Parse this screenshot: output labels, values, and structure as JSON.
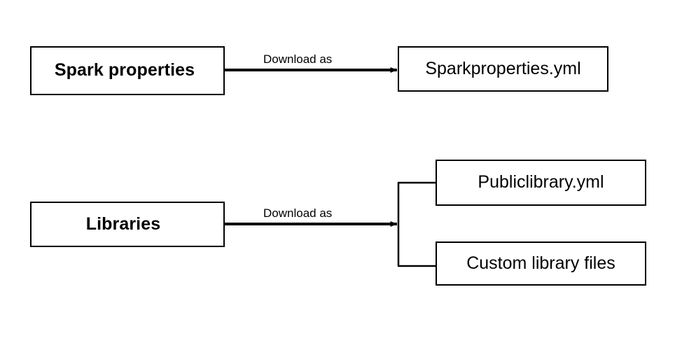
{
  "diagram": {
    "type": "flowchart",
    "background_color": "#ffffff",
    "stroke_color": "#000000",
    "text_color": "#000000",
    "nodes": {
      "spark_properties": {
        "label": "Spark properties",
        "style": "bold-source"
      },
      "sparkproperties_yml": {
        "label": "Sparkproperties.yml",
        "style": "output"
      },
      "libraries": {
        "label": "Libraries",
        "style": "bold-source"
      },
      "publiclibrary_yml": {
        "label": "Publiclibrary.yml",
        "style": "output"
      },
      "custom_library_files": {
        "label": "Custom library files",
        "style": "output"
      }
    },
    "edges": {
      "spark_to_yml": {
        "label": "Download as",
        "from": "spark_properties",
        "to": "sparkproperties_yml"
      },
      "libraries_to_outputs": {
        "label": "Download as",
        "from": "libraries",
        "to": "publiclibrary_yml, custom_library_files"
      }
    }
  }
}
